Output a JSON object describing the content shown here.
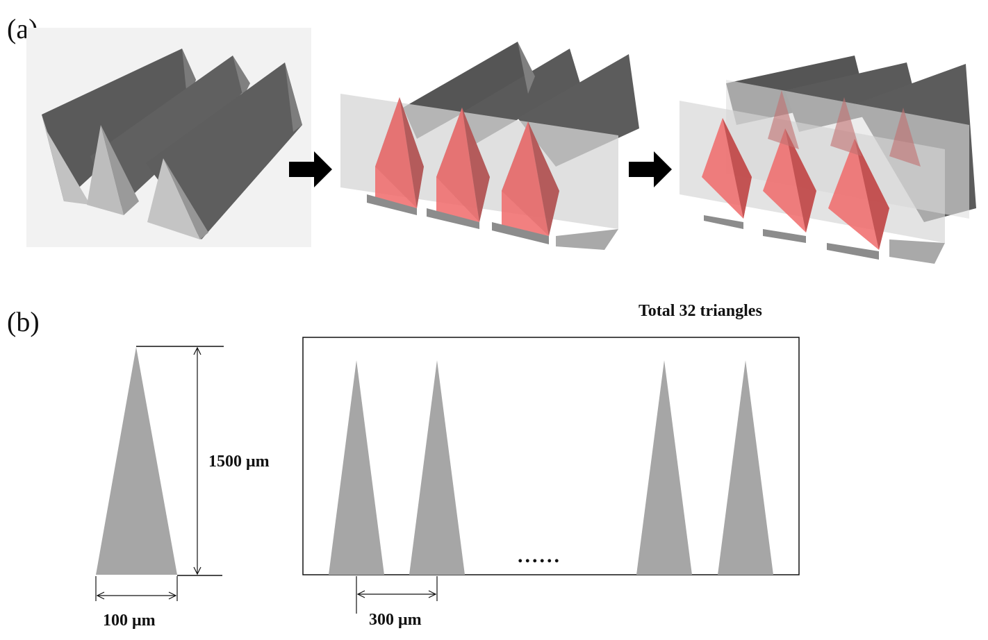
{
  "panels": {
    "a": {
      "label": "(a)"
    },
    "b": {
      "label": "(b)",
      "total_text": "Total 32 triangles",
      "height_text": "1500 μm",
      "base_width_text": "100 μm",
      "pitch_text": "300 μm",
      "ellipsis_text": "......"
    }
  },
  "colors": {
    "dark_face": "#5c5c5c",
    "mid_face": "#8a8a8a",
    "light_face": "#c8c8c8",
    "overlap_red": "#f07070",
    "triangle_fill": "#a6a6a6",
    "panel_bg": "#f2f2f2",
    "arrow": "#000000"
  }
}
